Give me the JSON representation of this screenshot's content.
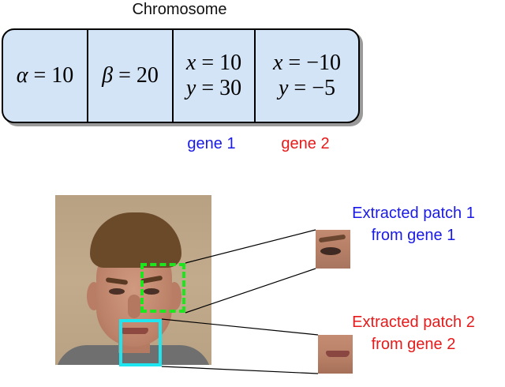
{
  "chromosome": {
    "title": "Chromosome",
    "cells": [
      {
        "lines": [
          {
            "var": "α",
            "rel": " = 10"
          }
        ]
      },
      {
        "lines": [
          {
            "var": "β",
            "rel": " = 20"
          }
        ]
      },
      {
        "lines": [
          {
            "var": "x",
            "rel": " = 10"
          },
          {
            "var": "y",
            "rel": " = 30"
          }
        ]
      },
      {
        "lines": [
          {
            "var": "x",
            "rel": " = −10"
          },
          {
            "var": "y",
            "rel": " = −5"
          }
        ]
      }
    ]
  },
  "genes": {
    "gene1_label": "gene 1",
    "gene2_label": "gene 2"
  },
  "patches": {
    "patch1": {
      "line1": "Extracted patch 1",
      "line2": "from gene 1"
    },
    "patch2": {
      "line1": "Extracted patch 2",
      "line2": "from gene 2"
    }
  },
  "colors": {
    "gene1": "#1a1ae6",
    "gene2": "#e61a1a",
    "box_gene1": "#1ee61e",
    "box_gene2": "#1ee6f0",
    "chromosome_fill": "#d4e4f7"
  }
}
